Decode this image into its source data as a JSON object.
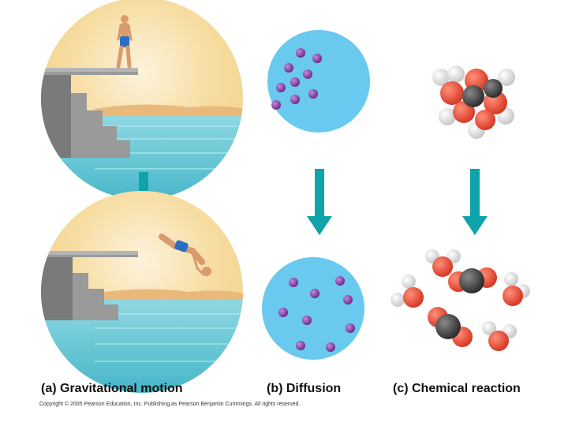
{
  "panels": {
    "gravitational": {
      "label": "(a) Gravitational motion"
    },
    "diffusion": {
      "label": "(b) Diffusion"
    },
    "chemical": {
      "label": "(c) Chemical reaction"
    }
  },
  "copyright": "Copyright © 2005 Pearson Education, Inc. Publishing as Pearson Benjamin Cummings. All rights reserved.",
  "colors": {
    "arrow": "#0fa3aa",
    "diffusion_disc": "#69c9ef",
    "particle": "#8b3fa8",
    "oxygen_atom": "#e8503c",
    "carbon_atom": "#4a4a4a",
    "hydrogen_atom": "#e6e6e6",
    "water": "#7fd0dc",
    "sand": "#f3d28a"
  },
  "icons": {
    "arrow": "down-arrow-icon",
    "diver": "diver-figure",
    "molecule": "molecule-cluster"
  }
}
